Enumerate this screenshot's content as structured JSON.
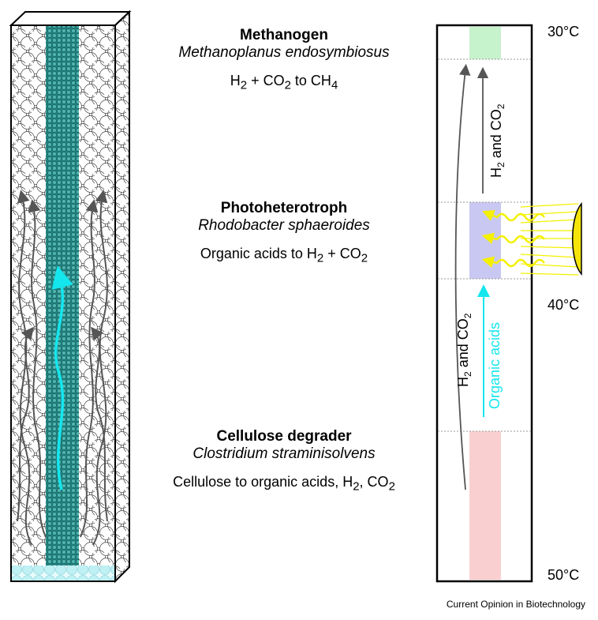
{
  "organisms": [
    {
      "role": "Methanogen",
      "species": "Methanoplanus endosymbiosus",
      "reaction_parts": [
        "H",
        "2",
        " + CO",
        "2",
        " to CH",
        "4",
        ""
      ],
      "zone_color": "#c6f2cc"
    },
    {
      "role": "Photoheterotroph",
      "species": "Rhodobacter sphaeroides",
      "reaction_parts": [
        "Organic acids to H",
        "2",
        " + CO",
        "2",
        ""
      ],
      "zone_color": "#c9c8f2"
    },
    {
      "role": "Cellulose degrader",
      "species": "Clostridium straminisolvens",
      "reaction_parts": [
        "Cellulose to organic acids, H",
        "2",
        ", CO",
        "2",
        ""
      ],
      "zone_color": "#f9cfd0"
    }
  ],
  "temperatures": [
    "30°C",
    "40°C",
    "50°C"
  ],
  "flow_labels": {
    "upper_gas": [
      "H",
      "2",
      " and CO",
      "2"
    ],
    "long_gas": [
      "H",
      "2",
      " and CO",
      "2"
    ],
    "organic_acids": "Organic acids"
  },
  "colors": {
    "cyan_flow": "#14e6ee",
    "gas_flow": "#555555",
    "light_rays": "#f4f000",
    "lamp": "#f4e40a",
    "packing_teal": "#3a9a96",
    "water": "#bff0f4"
  },
  "credit": "Current Opinion in Biotechnology"
}
